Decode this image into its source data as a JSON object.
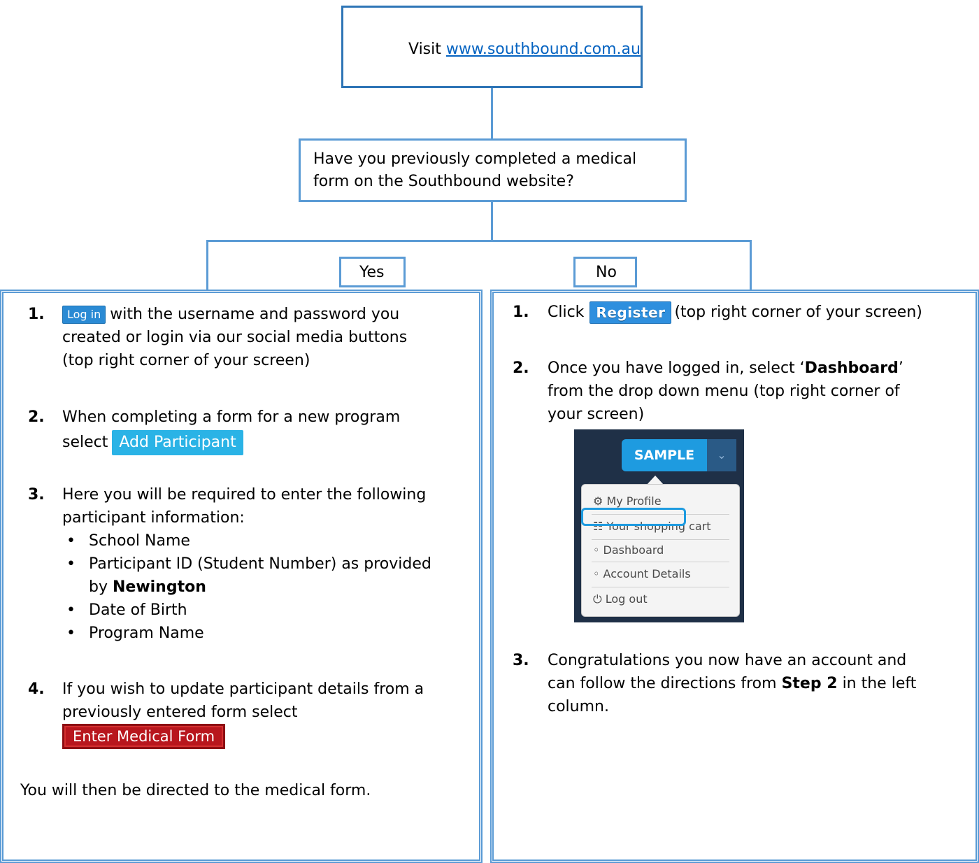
{
  "top_box": {
    "prefix": "Visit ",
    "link": "www.southbound.com.au"
  },
  "question": {
    "line1": "Have you previously completed a medical",
    "line2": "form on the Southbound website?"
  },
  "branches": {
    "yes": "Yes",
    "no": "No"
  },
  "left": {
    "s1": {
      "num": "1.",
      "button": "Log in",
      "a": "with the username and password you",
      "b": "created or login via our social media buttons",
      "c": "(top right corner of your screen)"
    },
    "s2": {
      "num": "2.",
      "a": "When completing a form for a new program",
      "b": "select",
      "button": "Add Participant"
    },
    "s3": {
      "num": "3.",
      "a": "Here you will be required to enter the following",
      "b": "participant information:",
      "bullets": [
        "School Name",
        "Participant ID (Student Number) as provided",
        "Date of Birth",
        "Program Name"
      ],
      "bullet2_cont": "by",
      "bullet2_bold": "Newington"
    },
    "s4": {
      "num": "4.",
      "a": "If you wish to update participant details from a",
      "b": "previously entered form select",
      "button": "Enter Medical Form"
    },
    "footer": "You will then be directed to the medical form."
  },
  "right": {
    "s1": {
      "num": "1.",
      "pre": "Click",
      "button": "Register",
      "post": "(top right corner of your screen)"
    },
    "s2": {
      "num": "2.",
      "a_pre": "Once you have logged in, select ‘",
      "a_bold": "Dashboard",
      "a_post": "’",
      "b": "from the drop down menu (top right corner of",
      "c": "your screen)"
    },
    "s3": {
      "num": "3.",
      "a": "Congratulations you now have an account and",
      "b_pre": "can follow the directions from",
      "b_bold": "Step 2",
      "b_post": "in the left",
      "c": "column."
    }
  },
  "dashboard_mock": {
    "user": "SAMPLE",
    "items": [
      "My Profile",
      "Your shopping cart",
      "Dashboard",
      "Account Details",
      "Log out"
    ],
    "icons": [
      "gear-icon",
      "cart-icon",
      "bullet-icon",
      "bullet-icon",
      "power-icon"
    ]
  },
  "colors": {
    "border": "#5b9bd5",
    "link": "#0563c1",
    "highlight": "#1e9be0"
  }
}
